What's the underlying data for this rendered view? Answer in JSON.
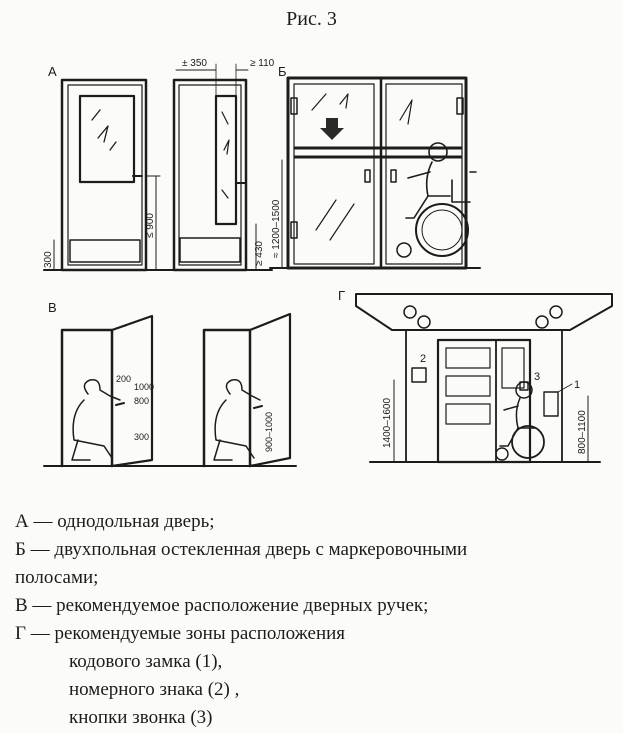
{
  "caption": "Рис. 3",
  "panels": {
    "a": {
      "letter": "А",
      "dims": {
        "top_width": "± 350",
        "top_right": "≥ 110",
        "handle_height": "≤ 900",
        "kick_plate": "300",
        "glass_bottom": "≥ 430"
      }
    },
    "b": {
      "letter": "Б",
      "dims": {
        "marker_height": "≈ 1200–1500"
      }
    },
    "v": {
      "letter": "В",
      "dims": {
        "h1": "200",
        "h2": "1000",
        "h3": "800",
        "h4": "300",
        "range": "900–1000"
      }
    },
    "g": {
      "letter": "Г",
      "marks": [
        "2",
        "3",
        "1"
      ],
      "dims": {
        "left": "1400–1600",
        "right": "800–1100"
      }
    }
  },
  "legend": [
    "А — однодольная дверь;",
    "Б — двухпольная остекленная дверь с маркеровочными",
    "полосами;",
    "В — рекомендуемое расположение дверных ручек;",
    "Г — рекомендуемые зоны расположения",
    "кодового замка (1),",
    "номерного знака (2) ,",
    "кнопки звонка (3)"
  ]
}
